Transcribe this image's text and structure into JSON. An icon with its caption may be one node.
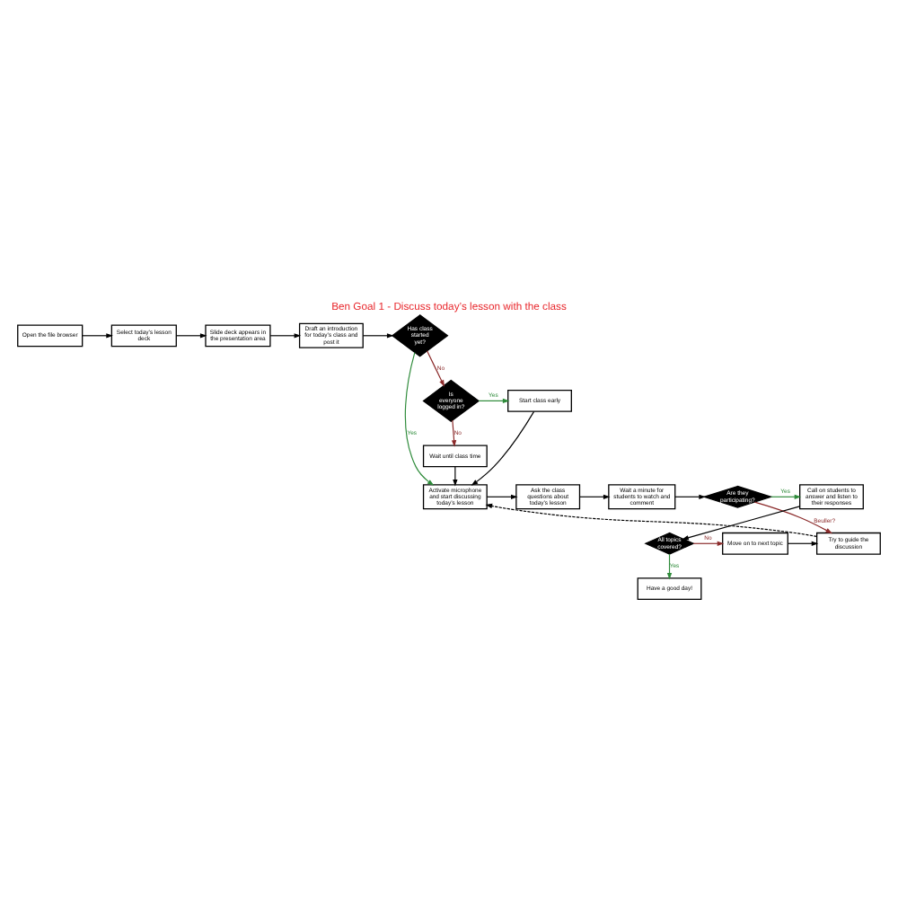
{
  "diagram": {
    "title": "Ben Goal 1 - Discuss today’s lesson with the class",
    "nodes": [
      {
        "text": [
          "Open the file browser"
        ]
      },
      {
        "text": [
          "Select today’s lesson deck"
        ]
      },
      {
        "text": [
          "Slide deck appears in the presentation area"
        ]
      },
      {
        "text": [
          "Draft an introduction for today’s class and post it"
        ]
      },
      {
        "text": [
          "Has class started yet?"
        ]
      },
      {
        "text": [
          "Is everyone logged in?"
        ]
      },
      {
        "text": [
          "Start class early"
        ]
      },
      {
        "text": [
          "Wait until class time"
        ]
      },
      {
        "text": [
          "Activate microphone and start discussing today’s lesson"
        ]
      },
      {
        "text": [
          "Ask the class questions about today’s lesson"
        ]
      },
      {
        "text": [
          "Wait a minute for students to watch and comment"
        ]
      },
      {
        "text": [
          "Are they participating?"
        ]
      },
      {
        "text": [
          "Call on students to answer and listen to their responses"
        ]
      },
      {
        "text": [
          "Try to guide the discussion"
        ]
      },
      {
        "text": [
          "Move on to next topic"
        ]
      },
      {
        "text": [
          "All topics covered?"
        ]
      },
      {
        "text": [
          "Have a good day!"
        ]
      }
    ],
    "edges": [
      {
        "from": 0,
        "to": 1,
        "arrow": "to"
      },
      {
        "from": 1,
        "to": 2,
        "arrow": "to"
      },
      {
        "from": 2,
        "to": 3,
        "arrow": "to"
      },
      {
        "from": 3,
        "to": 4,
        "arrow": "to"
      },
      {
        "from": 4,
        "to": 8,
        "arrow": "to",
        "label": "Yes",
        "color": "#2e8b3a"
      },
      {
        "from": 4,
        "to": 5,
        "arrow": "to",
        "label": "No",
        "color": "#8b2a2a"
      },
      {
        "from": 5,
        "to": 6,
        "arrow": "to",
        "label": "Yes",
        "color": "#2e8b3a"
      },
      {
        "from": 5,
        "to": 7,
        "arrow": "to",
        "label": "No",
        "color": "#8b2a2a"
      },
      {
        "from": 6,
        "to": 8,
        "arrow": "to"
      },
      {
        "from": 7,
        "to": 8,
        "arrow": "to"
      },
      {
        "from": 8,
        "to": 9,
        "arrow": "to"
      },
      {
        "from": 9,
        "to": 10,
        "arrow": "to"
      },
      {
        "from": 10,
        "to": 11,
        "arrow": "to"
      },
      {
        "from": 11,
        "to": 12,
        "arrow": "to",
        "label": "Yes",
        "color": "#2e8b3a"
      },
      {
        "from": 11,
        "to": 13,
        "arrow": "to",
        "label": "Beuller?",
        "color": "#8b2a2a"
      },
      {
        "from": 12,
        "to": 15,
        "arrow": "to"
      },
      {
        "from": 15,
        "to": 14,
        "arrow": "to",
        "label": "No",
        "color": "#8b2a2a"
      },
      {
        "from": 14,
        "to": 13,
        "arrow": "to"
      },
      {
        "from": 15,
        "to": 16,
        "arrow": "to",
        "label": "Yes",
        "color": "#2e8b3a"
      },
      {
        "from": 13,
        "to": 8,
        "arrow": "to",
        "style": "dashed"
      }
    ]
  }
}
